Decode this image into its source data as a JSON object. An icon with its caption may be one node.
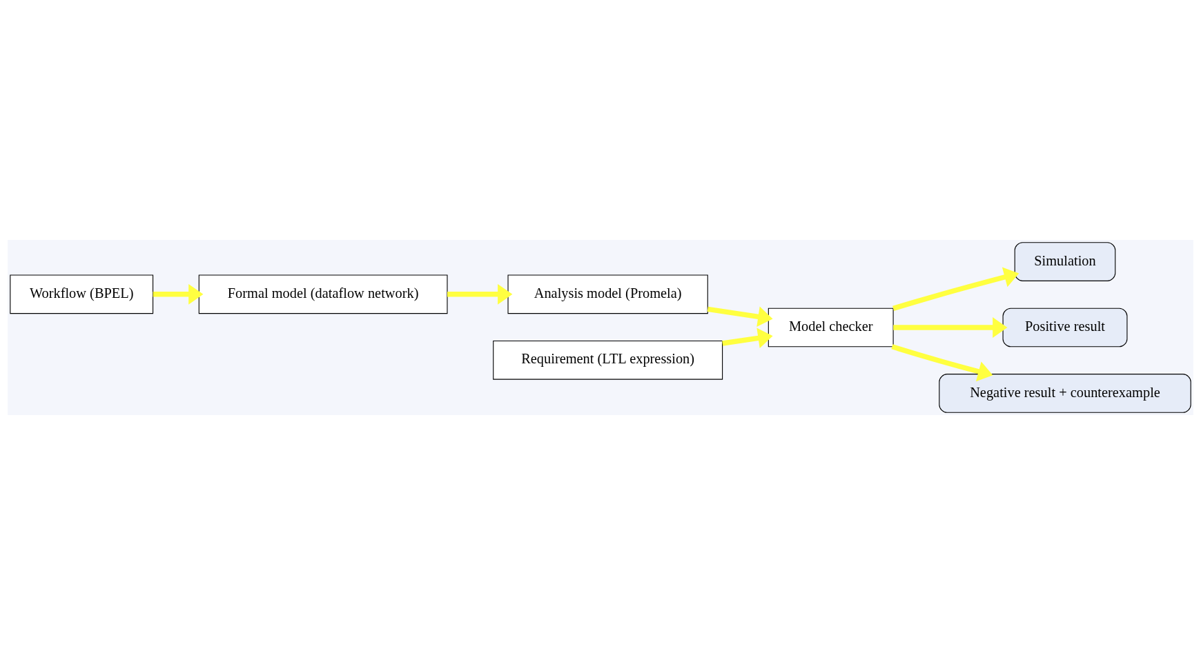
{
  "diagram": {
    "nodes": [
      {
        "text": [
          "Simulation"
        ]
      },
      {
        "text": [
          "Positive result"
        ]
      },
      {
        "text": [
          "Workflow (BPEL)"
        ]
      },
      {
        "text": [
          "Formal model (dataflow network)"
        ]
      },
      {
        "text": [
          "Analysis model (Promela)"
        ]
      },
      {
        "text": [
          "Model checker"
        ]
      },
      {
        "text": [
          "Requirement (LTL expression)"
        ]
      },
      {
        "text": [
          "Negative result + counterexample"
        ]
      }
    ],
    "edges": [
      {
        "from": 2,
        "to": 3,
        "arrow": "to"
      },
      {
        "from": 3,
        "to": 4,
        "arrow": "to"
      },
      {
        "from": 4,
        "to": 5,
        "arrow": "to"
      },
      {
        "from": 5,
        "to": 0,
        "arrow": "to"
      },
      {
        "from": 5,
        "to": 1,
        "arrow": "to"
      },
      {
        "from": 6,
        "to": 5,
        "arrow": "to"
      },
      {
        "from": 5,
        "to": 7,
        "arrow": "to"
      }
    ]
  }
}
